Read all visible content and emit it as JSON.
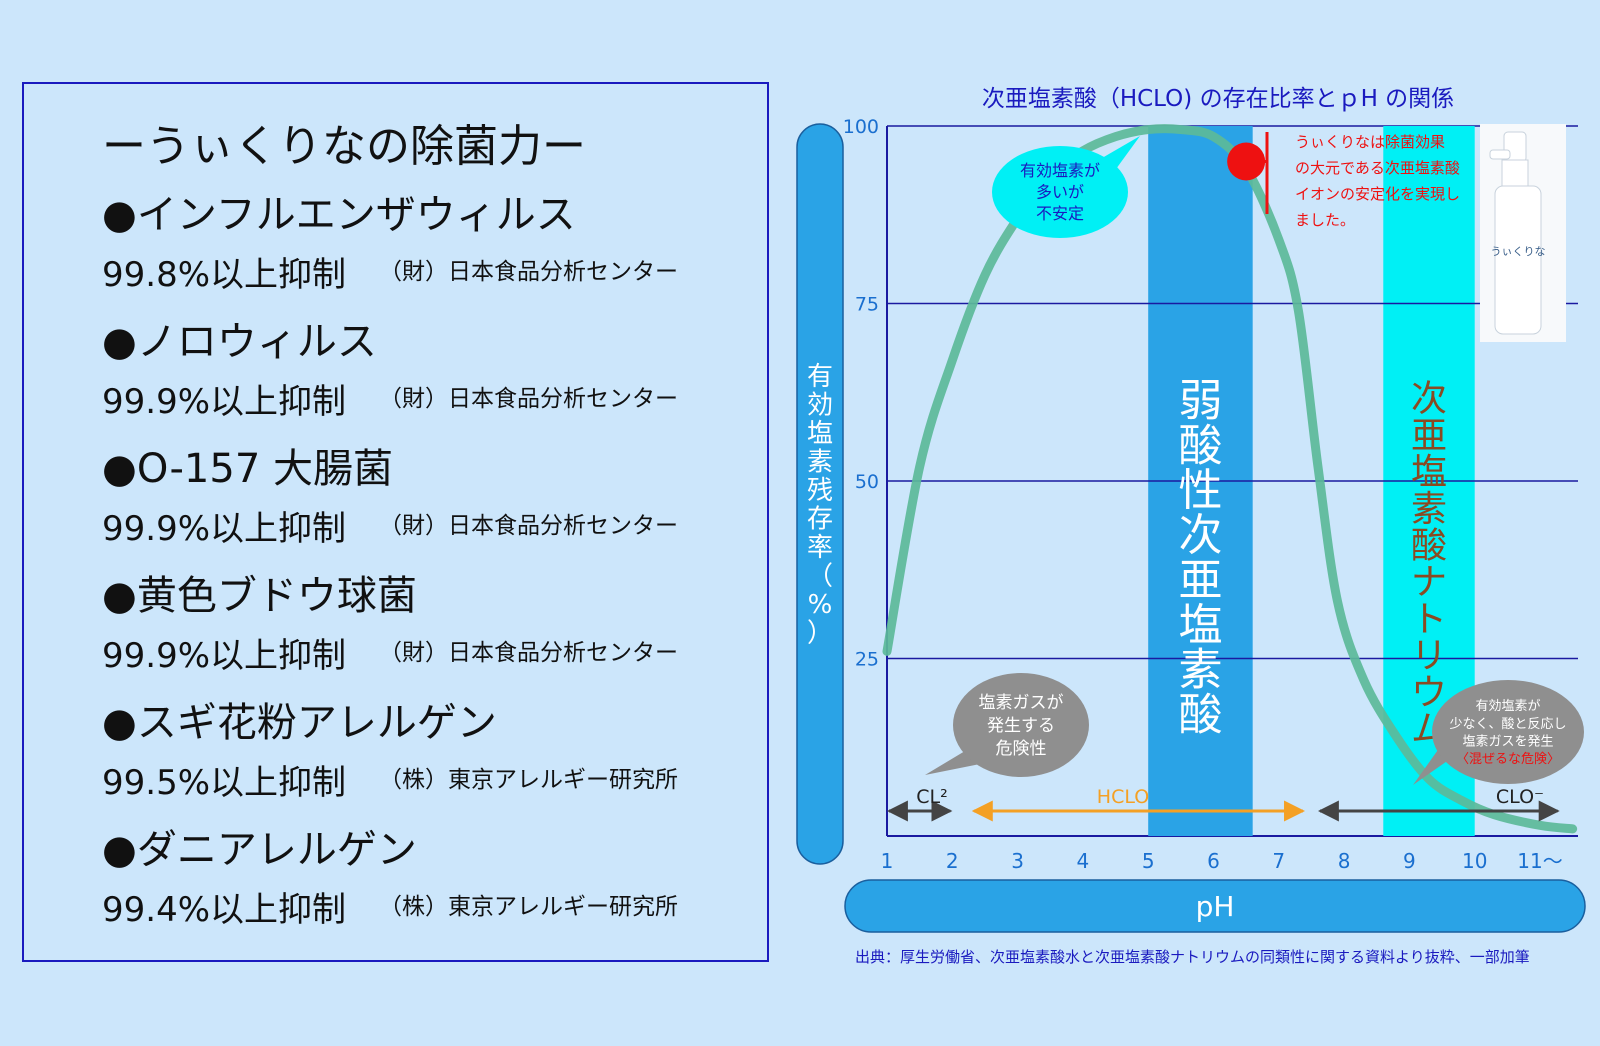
{
  "panel": {
    "title": "ーうぃくりなの除菌力ー",
    "items": [
      {
        "name": "●インフルエンザウィルス",
        "result": "99.8%以上抑制",
        "source": "（財）日本食品分析センター"
      },
      {
        "name": "●ノロウィルス",
        "result": "99.9%以上抑制",
        "source": "（財）日本食品分析センター"
      },
      {
        "name": "●O-157 大腸菌",
        "result": "99.9%以上抑制",
        "source": "（財）日本食品分析センター"
      },
      {
        "name": "●黄色ブドウ球菌",
        "result": "99.9%以上抑制",
        "source": "（財）日本食品分析センター"
      },
      {
        "name": "●スギ花粉アレルゲン",
        "result": "99.5%以上抑制",
        "source": "（株）東京アレルギー研究所"
      },
      {
        "name": "●ダニアレルゲン",
        "result": "99.4%以上抑制",
        "source": "（株）東京アレルギー研究所"
      }
    ]
  },
  "chart_data": {
    "type": "line",
    "title": "次亜塩素酸（HCLO) の存在比率とｐH の関係",
    "xlabel": "pH",
    "ylabel": "有効塩素残存率（%）",
    "x_ticks": [
      "1",
      "2",
      "3",
      "4",
      "5",
      "6",
      "7",
      "8",
      "9",
      "10",
      "11～"
    ],
    "y_ticks": [
      25,
      50,
      75,
      100
    ],
    "xlim": [
      1,
      11.5
    ],
    "ylim": [
      0,
      100
    ],
    "grid": true,
    "series": [
      {
        "points": [
          [
            1,
            26
          ],
          [
            1.5,
            52
          ],
          [
            2,
            67
          ],
          [
            2.5,
            79
          ],
          [
            3,
            87
          ],
          [
            3.5,
            93
          ],
          [
            4,
            96.5
          ],
          [
            4.5,
            98.5
          ],
          [
            5,
            99.5
          ],
          [
            5.5,
            99.5
          ],
          [
            6,
            98.5
          ],
          [
            6.5,
            94
          ],
          [
            7,
            84
          ],
          [
            7.3,
            74
          ],
          [
            7.6,
            52
          ],
          [
            7.9,
            33
          ],
          [
            8.3,
            22
          ],
          [
            8.8,
            14
          ],
          [
            9.3,
            8
          ],
          [
            9.8,
            5
          ],
          [
            10.3,
            3
          ],
          [
            11,
            1.5
          ],
          [
            11.5,
            1
          ]
        ],
        "color": "#5cba99"
      }
    ],
    "regions": [
      {
        "label": "弱酸性次亜塩素酸",
        "x_range": [
          5,
          6.6
        ],
        "color": "#2aa3e6",
        "text_color": "#ffffff"
      },
      {
        "label": "次亜塩素酸ナトリウム",
        "x_range": [
          8.6,
          10
        ],
        "color": "#00f0f5",
        "text_color": "#8a4a22"
      }
    ],
    "ranges": [
      {
        "label": "CL²",
        "x_range": [
          1,
          2
        ],
        "color": "#444444"
      },
      {
        "label": "HCLO",
        "x_range": [
          2.3,
          7.4
        ],
        "color": "#f4a024"
      },
      {
        "label": "CLO⁻",
        "x_range": [
          7.6,
          11.3
        ],
        "color": "#444444"
      }
    ],
    "marker": {
      "x": 6.5,
      "y": 95,
      "color": "#ee1111"
    },
    "annotations": {
      "bubble_top": [
        "有効塩素が",
        "多いが",
        "不安定"
      ],
      "bubble_gas": [
        "塩素ガスが",
        "発生する",
        "危険性"
      ],
      "bubble_right": [
        "有効塩素が",
        "少なく、酸と反応し",
        "塩素ガスを発生",
        "〈混ぜるな危険〉"
      ],
      "red_note": [
        "うぃくりなは除菌効果",
        "の大元である次亜塩素酸",
        "イオンの安定化を実現し",
        "ました。"
      ]
    },
    "product_label": "うぃくりな"
  },
  "footnote": "出典：厚生労働省、次亜塩素酸水と次亜塩素酸ナトリウムの同類性に関する資料より抜粋、一部加筆",
  "colors": {
    "background": "#cce6fb",
    "border": "#1a1abf",
    "axis_bar": "#2aa3e6",
    "grid": "#1a1aa0",
    "tick_text": "#1a6fcf"
  }
}
